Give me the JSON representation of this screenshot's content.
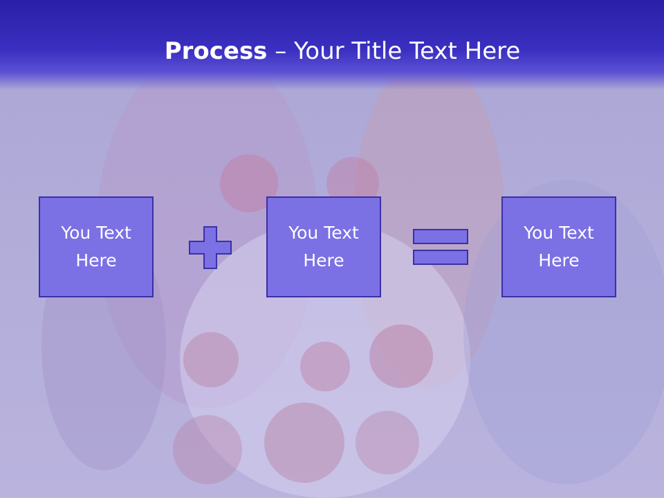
{
  "slide": {
    "title_bold": "Process",
    "title_rest": " – Your Title Text Here",
    "boxes": [
      {
        "line1": "You Text",
        "line2": "Here"
      },
      {
        "line1": "You Text",
        "line2": "Here"
      },
      {
        "line1": "You Text",
        "line2": "Here"
      }
    ]
  },
  "colors": {
    "title_band": "#2a1fa6",
    "box_fill": "#7b70e4",
    "box_border": "#3b2fa6",
    "symbol_fill": "#7b70e4"
  },
  "icons": {
    "operator_1": "plus-icon",
    "operator_2": "equals-icon"
  }
}
